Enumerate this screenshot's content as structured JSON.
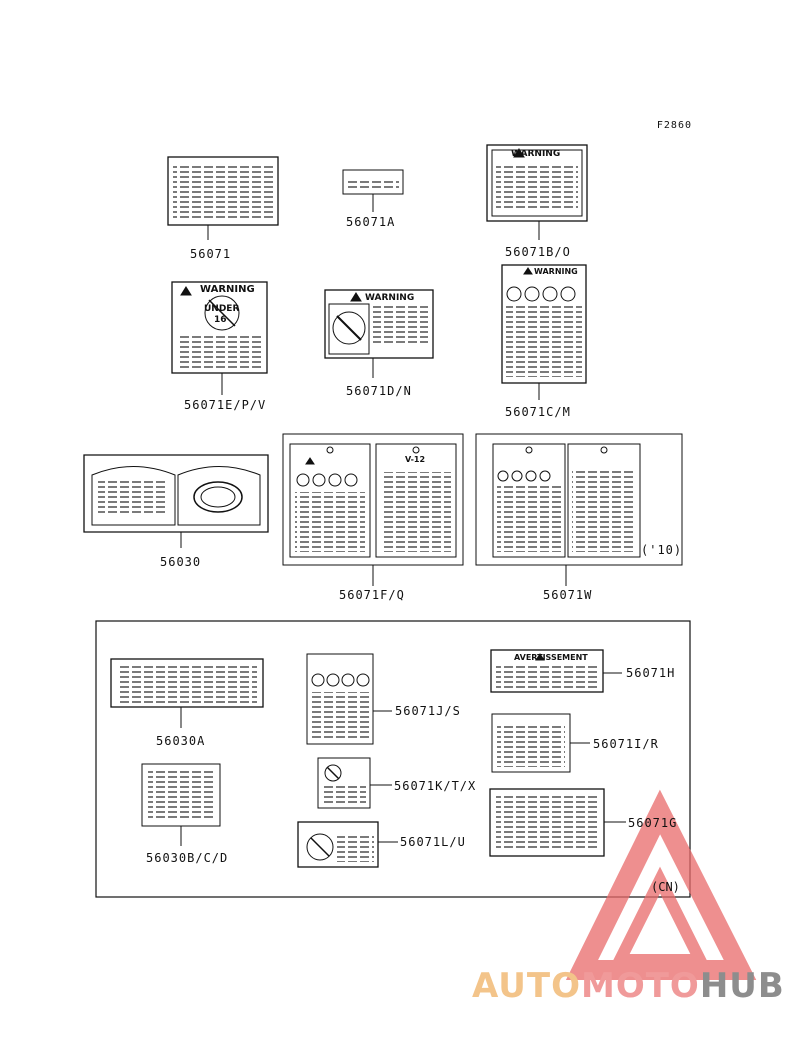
{
  "figure_code": "F2860",
  "parts": {
    "p56071": "56071",
    "p56071A": "56071A",
    "p56071BO": "56071B/O",
    "p56071EPV": "56071E/P/V",
    "p56071DN": "56071D/N",
    "p56071CM": "56071C/M",
    "p56030": "56030",
    "p56071FQ": "56071F/Q",
    "p56071W": "56071W",
    "p56030A": "56030A",
    "p56071JS": "56071J/S",
    "p56071KTX": "56071K/T/X",
    "p56071LU": "56071L/U",
    "p56030BCD": "56030B/C/D",
    "p56071H": "56071H",
    "p56071IR": "56071I/R",
    "p56071G": "56071G"
  },
  "year_note": "('10)",
  "region_note": "(CN)",
  "label_text": {
    "warning": "WARNING",
    "under": "UNDER",
    "age": "16",
    "v12": "V-12",
    "avertissement": "AVERTISSEMENT"
  },
  "watermark": {
    "part1": "AUTO",
    "part2": "MOTO",
    "part3": "HUB"
  },
  "colors": {
    "ink": "#111111",
    "wm_auto": "#f3c48a",
    "wm_moto": "#f09a9a",
    "wm_hub": "#8d8d8d",
    "wm_triangle": "#e96a6a"
  }
}
